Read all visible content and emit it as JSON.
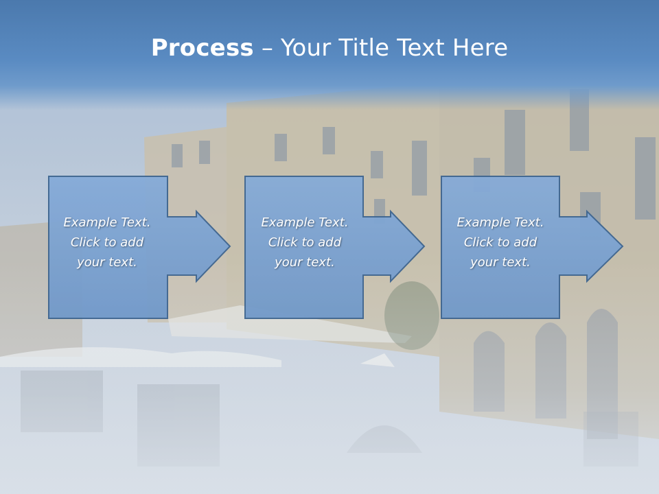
{
  "title": {
    "bold": "Process",
    "rest": " – Your Title Text Here"
  },
  "steps": [
    {
      "lines": [
        "Example Text.",
        "Click  to add",
        "your text."
      ]
    },
    {
      "lines": [
        "Example Text.",
        "Click  to add",
        "your text."
      ]
    },
    {
      "lines": [
        "Example Text.",
        "Click  to add",
        "your text."
      ]
    }
  ],
  "colors": {
    "header": "#4b79ad",
    "box_fill": "#7ea3d1",
    "box_stroke": "#3e6590",
    "text": "#ffffff"
  }
}
